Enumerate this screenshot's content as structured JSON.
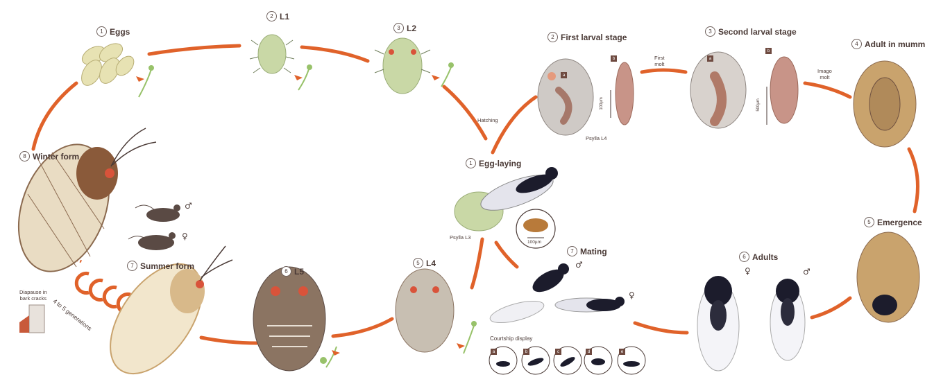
{
  "psylla_cycle": {
    "stages": [
      {
        "num": "1",
        "label": "Eggs"
      },
      {
        "num": "2",
        "label": "L1"
      },
      {
        "num": "3",
        "label": "L2"
      },
      {
        "num": "5",
        "label": "L4"
      },
      {
        "num": "6",
        "label": "L5"
      },
      {
        "num": "7",
        "label": "Summer form"
      },
      {
        "num": "8",
        "label": "Winter form"
      }
    ],
    "diapause_note": "Diapause in\nbark cracks",
    "generations": "4 to 5 generations"
  },
  "parasitoid_cycle": {
    "stages": [
      {
        "num": "1",
        "label": "Egg-laying"
      },
      {
        "num": "2",
        "label": "First larval stage"
      },
      {
        "num": "3",
        "label": "Second larval stage"
      },
      {
        "num": "4",
        "label": "Adult in mummy"
      },
      {
        "num": "5",
        "label": "Emergence"
      },
      {
        "num": "6",
        "label": "Adults"
      },
      {
        "num": "7",
        "label": "Mating"
      }
    ],
    "hatching": "Hatching",
    "first_molt": "First\nmolt",
    "imago_molt": "Imago\nmolt",
    "psylla_l3": "Psylla L3",
    "psylla_l4": "Psylla L4",
    "scale_100": "100µm",
    "scale_500": "500µm",
    "courtship_title": "Courtship display",
    "courtship_tags": [
      "a",
      "b",
      "c",
      "d",
      "e"
    ],
    "tag_a": "a",
    "tag_b": "b"
  },
  "symbols": {
    "male": "♂",
    "female": "♀"
  },
  "colors": {
    "arrow": "#e0622a",
    "label_text": "#4a3a36",
    "psylla_green": "#c9d8a6",
    "mummy_tan": "#c9a36d",
    "wasp_dark": "#1c1c2c",
    "nymph_brown": "#8b7462",
    "eye_red": "#d9533a"
  }
}
